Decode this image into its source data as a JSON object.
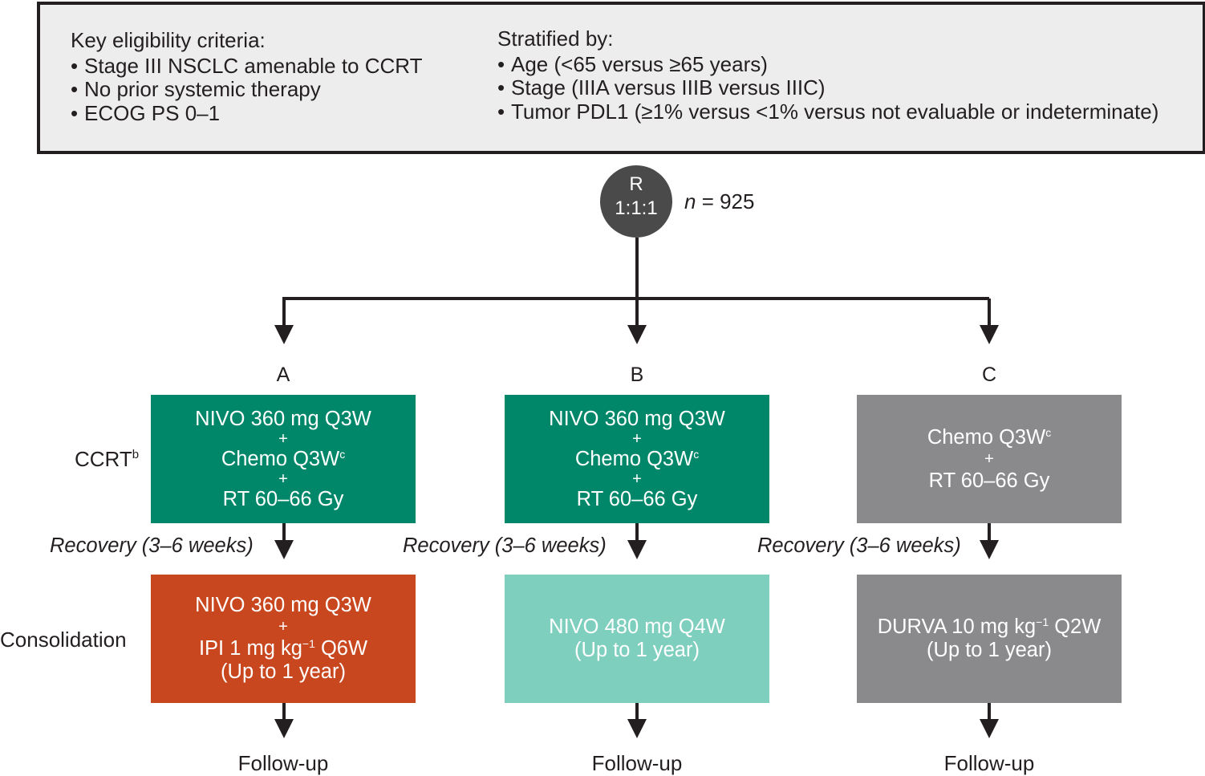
{
  "eligibility": {
    "title": "Key eligibility criteria:",
    "items": [
      "Stage III NSCLC amenable to CCRT",
      "No prior systemic therapy",
      "ECOG PS 0–1"
    ]
  },
  "stratification": {
    "title": "Stratified by:",
    "items": [
      "Age (<65 versus ≥65 years)",
      "Stage (IIIA versus IIIB versus IIIC)",
      "Tumor PDL1 (≥1% versus <1% versus not evaluable or indeterminate)"
    ]
  },
  "randomization": {
    "line1": "R",
    "line2": "1:1:1",
    "n_label": "n",
    "n_value": " = 925"
  },
  "row_labels": {
    "ccrt": "CCRT",
    "ccrt_sup": "b",
    "consolidation": "Consolidation"
  },
  "recovery_label": "Recovery (3–6 weeks)",
  "follow_up_label": "Follow-up",
  "arms": [
    {
      "label": "A",
      "ccrt": {
        "line1": "NIVO 360 mg Q3W",
        "plus1": "+",
        "line2": "Chemo Q3W",
        "line2_sup": "c",
        "plus2": "+",
        "line3": "RT 60–66 Gy"
      },
      "consolidation": {
        "line1": "NIVO 360 mg Q3W",
        "plus": "+",
        "line2a": "IPI 1 mg kg",
        "line2_sup": "−1",
        "line2b": " Q6W",
        "line3": "(Up to 1 year)"
      }
    },
    {
      "label": "B",
      "ccrt": {
        "line1": "NIVO 360 mg Q3W",
        "plus1": "+",
        "line2": "Chemo Q3W",
        "line2_sup": "c",
        "plus2": "+",
        "line3": "RT 60–66 Gy"
      },
      "consolidation": {
        "line1": "NIVO 480 mg Q4W",
        "line2": "(Up to 1 year)"
      }
    },
    {
      "label": "C",
      "ccrt": {
        "line1": "Chemo Q3W",
        "line1_sup": "c",
        "plus": "+",
        "line2": "RT 60–66 Gy"
      },
      "consolidation": {
        "line1a": "DURVA 10 mg kg",
        "line1_sup": "−1",
        "line1b": " Q2W",
        "line2": "(Up to 1 year)"
      }
    }
  ],
  "colors": {
    "nivo_ccrt": "#00876a",
    "nivo_ipi_consolidation": "#c9471e",
    "nivo_consolidation": "#7ecfbe",
    "comparator": "#8a8a8c",
    "randomization_node": "#4a4a4a",
    "criteria_box": "#ededed"
  }
}
